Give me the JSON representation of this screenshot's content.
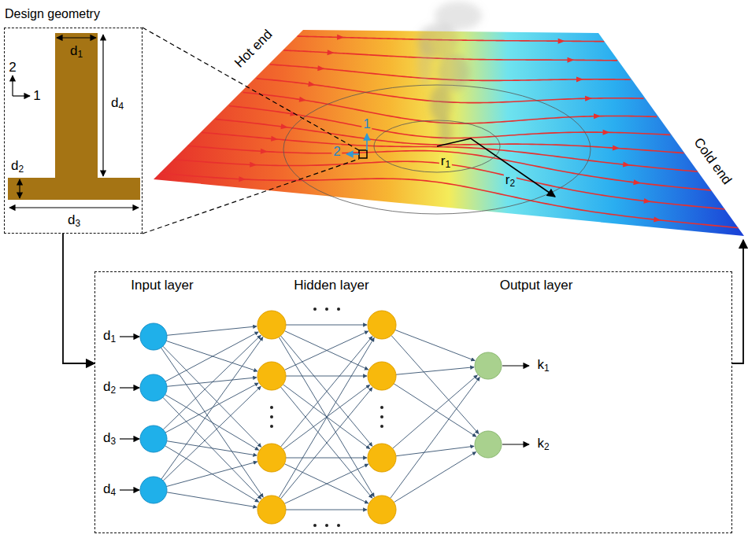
{
  "diagram": {
    "nodes": [
      {
        "text": [
          "Design geometry"
        ]
      },
      {
        "text": [
          "Hot end",
          "Cold end"
        ]
      },
      {
        "text": [
          "Input layer",
          "Hidden layer",
          "Output layer"
        ]
      }
    ],
    "edges": [
      {
        "from": 0,
        "to": 2,
        "arrow": "to"
      },
      {
        "from": 2,
        "to": 1,
        "arrow": "to"
      }
    ],
    "labels": [
      "d1",
      "d4",
      "d2",
      "d3",
      "2",
      "1",
      "1",
      "2",
      "r1",
      "r2",
      "d1",
      "d2",
      "d3",
      "d4",
      "k1",
      "k2"
    ]
  }
}
